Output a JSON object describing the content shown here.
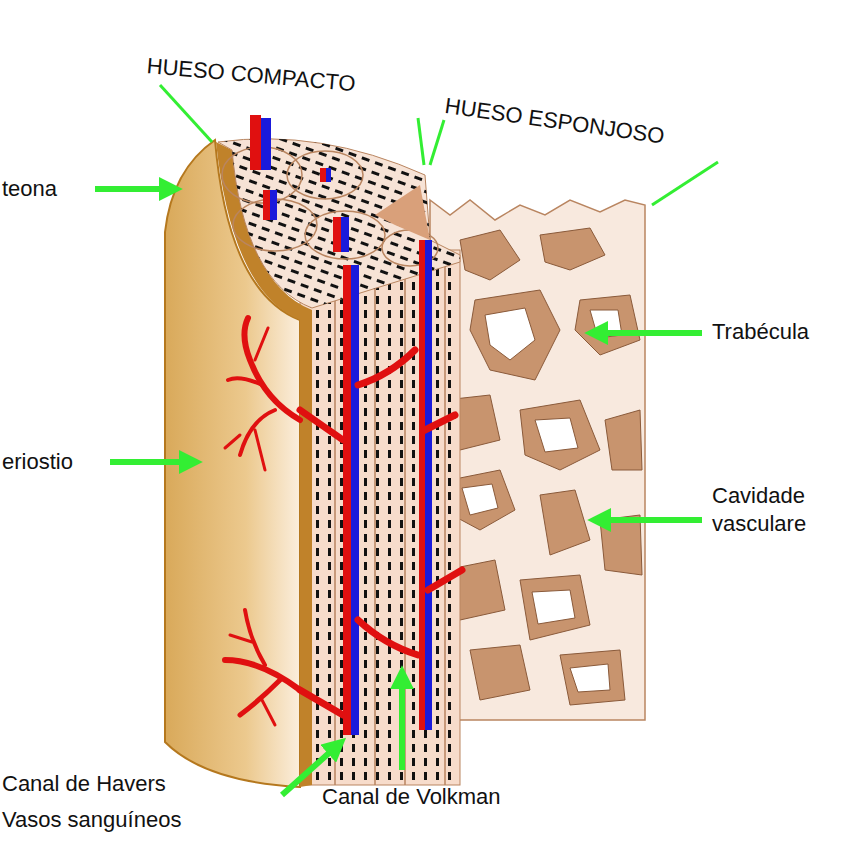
{
  "diagram": {
    "labels": [
      "HUESO COMPACTO",
      "HUESO ESPONJOSO",
      "teona",
      "Trabécula",
      "eriostio",
      "Cavidade vasculare",
      "Canal de Havers",
      "Vasos sanguíneos",
      "Canal de Volkman"
    ]
  }
}
